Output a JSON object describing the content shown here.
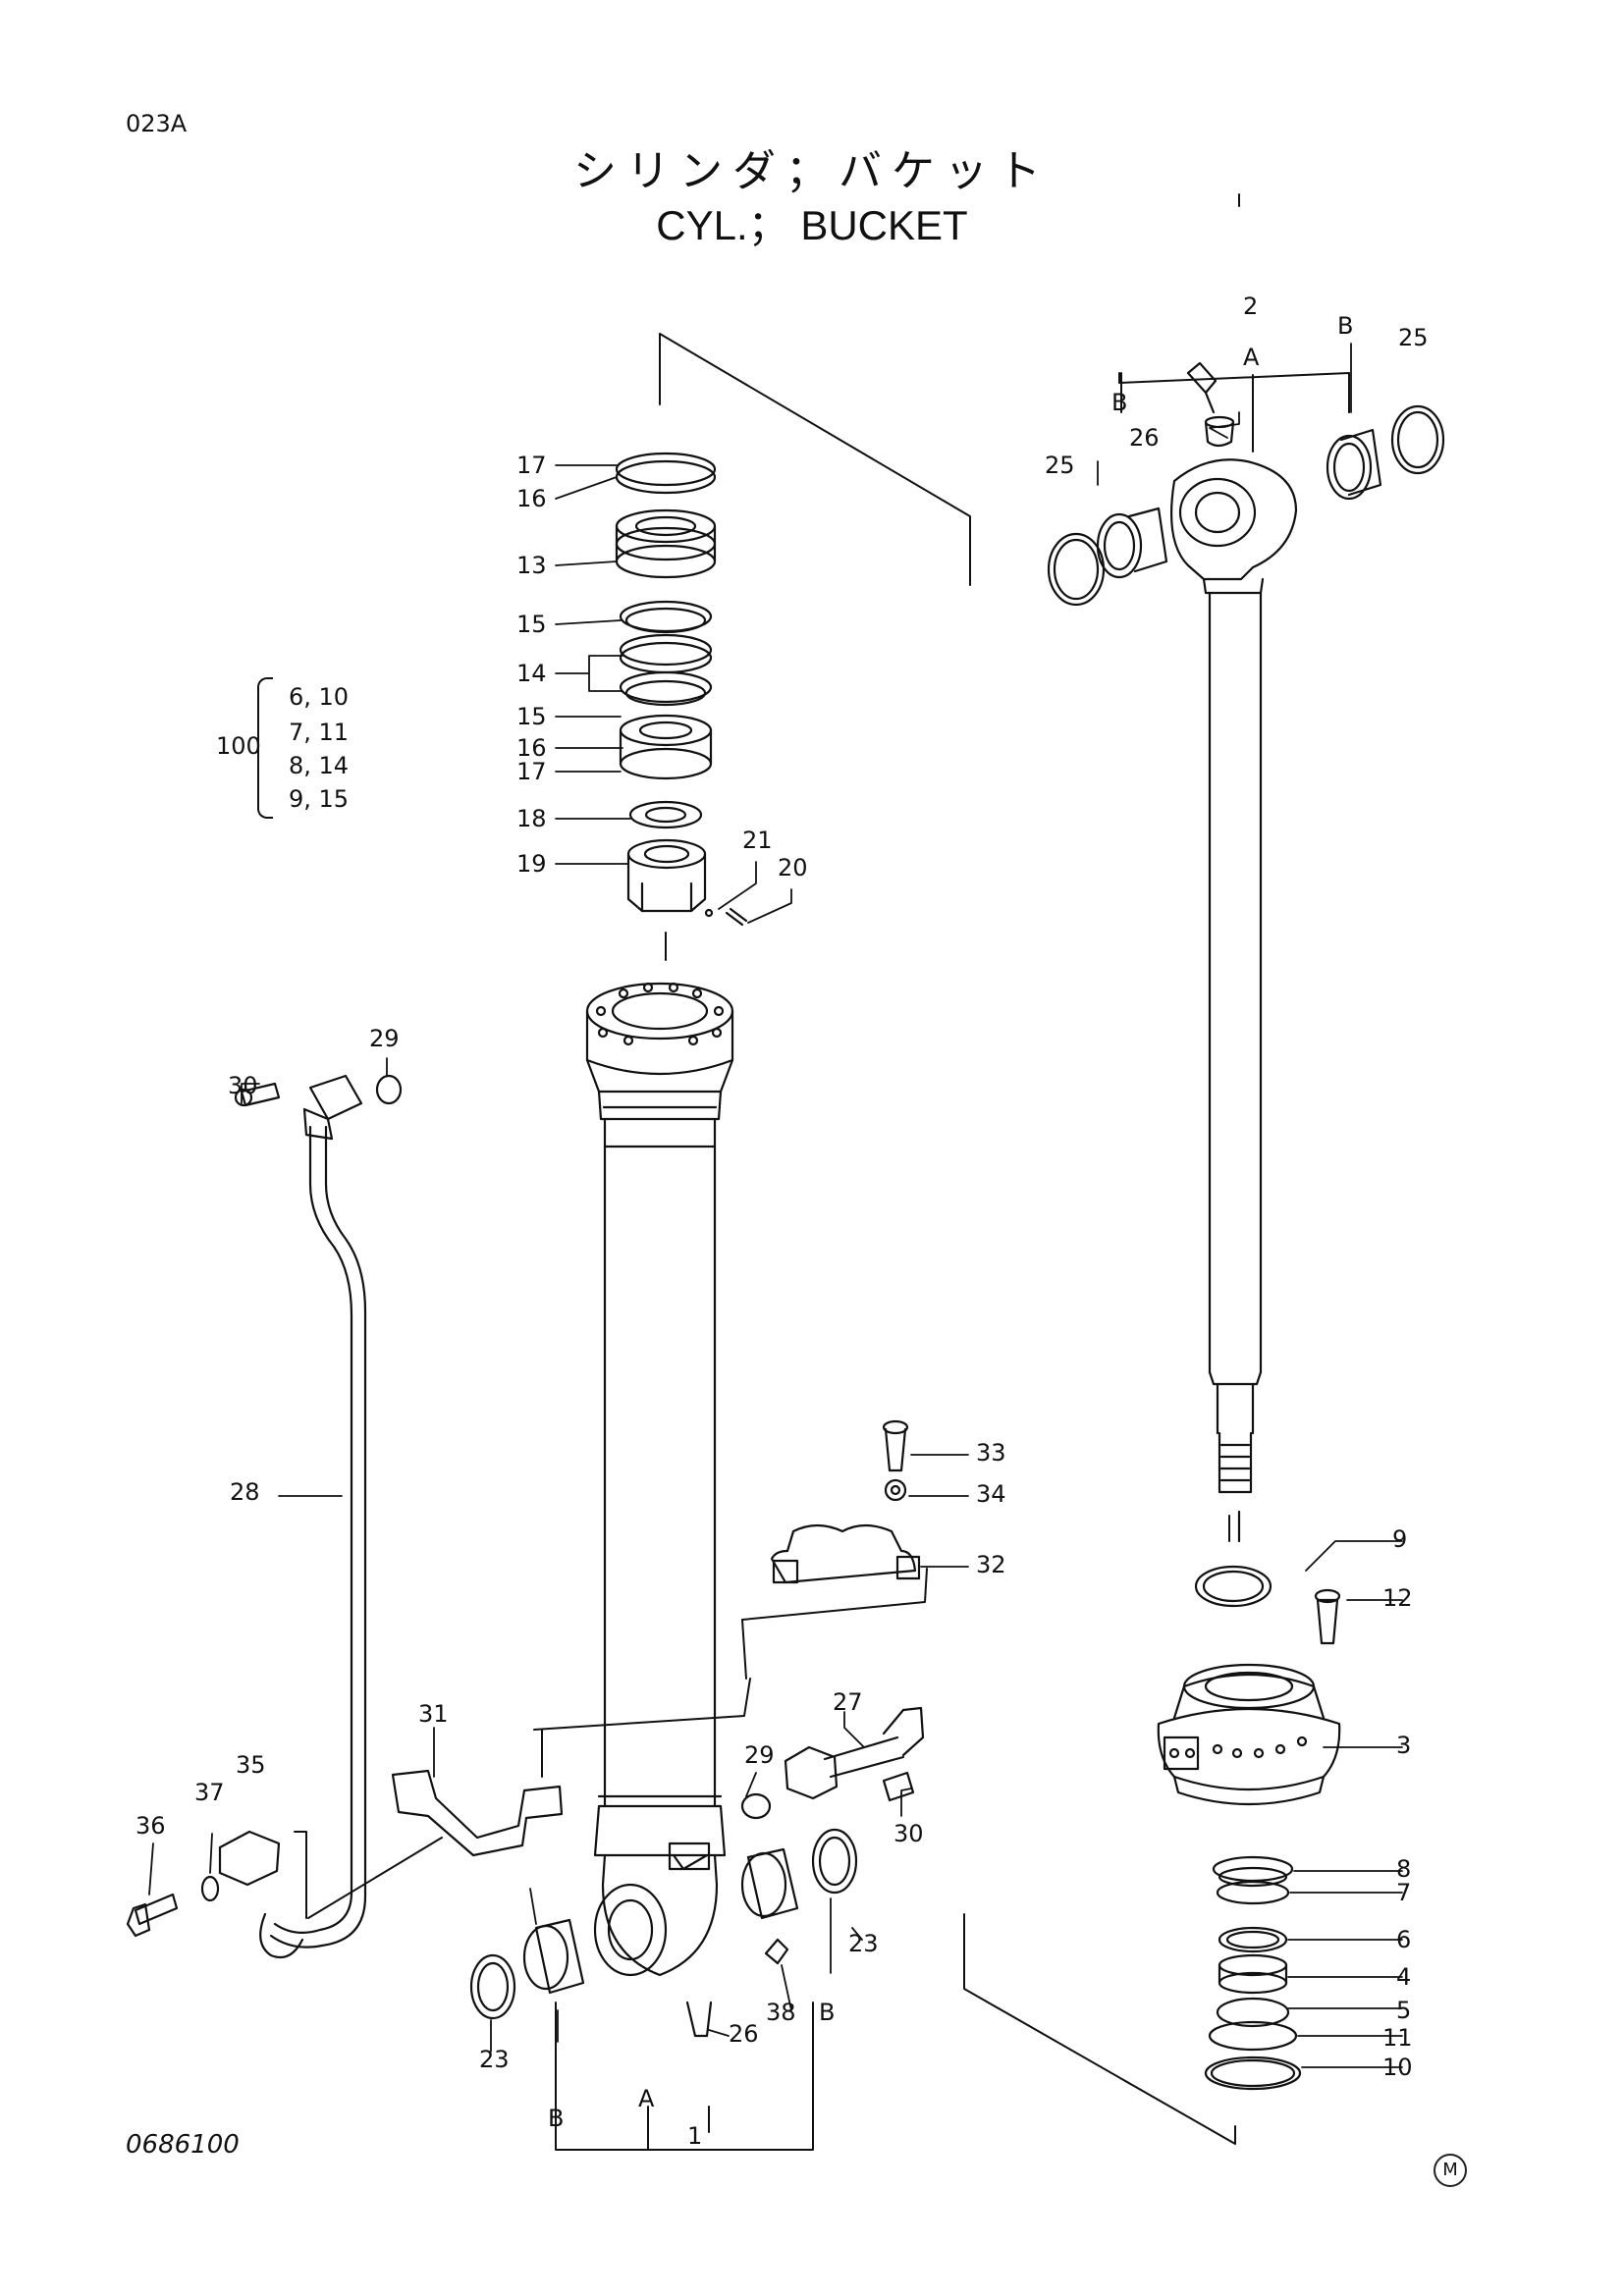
{
  "document": {
    "code": "023A",
    "title_jp": "シリンダ；バケット",
    "title_en": "CYL.； BUCKET",
    "drawing_number": "0686100",
    "mark": "M"
  },
  "callouts": {
    "c1": "1",
    "c2": "2",
    "c3": "3",
    "c4": "4",
    "c5": "5",
    "c6": "6",
    "c7": "7",
    "c8": "8",
    "c9": "9",
    "c10": "10",
    "c11": "11",
    "c12": "12",
    "c13": "13",
    "c14": "14",
    "c15": "15",
    "c16": "16",
    "c17": "17",
    "c18": "18",
    "c19": "19",
    "c20": "20",
    "c21": "21",
    "c23": "23",
    "c25": "25",
    "c26": "26",
    "c27": "27",
    "c28": "28",
    "c29": "29",
    "c30": "30",
    "c31": "31",
    "c32": "32",
    "c33": "33",
    "c34": "34",
    "c35": "35",
    "c36": "36",
    "c37": "37",
    "c38": "38",
    "cA": "A",
    "cB": "B"
  },
  "seal_kit": {
    "label": "100",
    "rows": [
      "6, 10",
      "7, 11",
      "8, 14",
      "9, 15"
    ]
  }
}
